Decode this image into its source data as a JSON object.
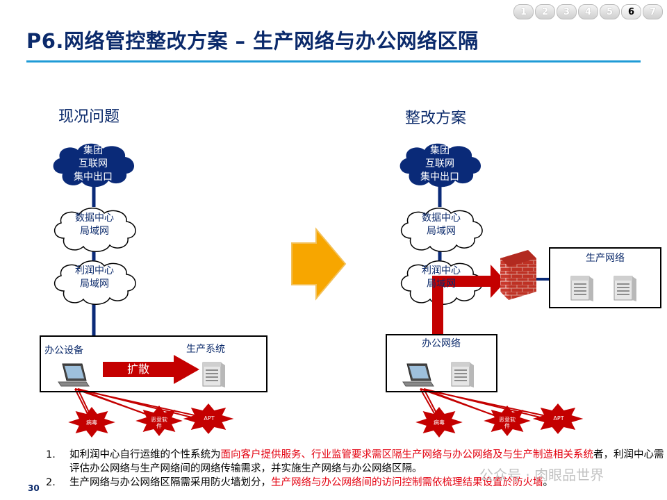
{
  "pager": [
    "1",
    "2",
    "3",
    "4",
    "5",
    "6",
    "7"
  ],
  "pager_active": "6",
  "title": "P6.网络管控整改方案 – 生产网络与办公网络区隔",
  "left": {
    "heading": "现况问题",
    "cloud_group": [
      "集团",
      "互联网",
      "集中出口"
    ],
    "cloud_dc": [
      "数据中心",
      "局域网"
    ],
    "cloud_profit": [
      "利润中心",
      "局域网"
    ],
    "box_left_label": "办公设备",
    "box_right_label": "生产系统",
    "arrow_label": "扩散",
    "threats": [
      "病毒",
      "恶意软件",
      "APT"
    ]
  },
  "right": {
    "heading": "整改方案",
    "cloud_group": [
      "集团",
      "互联网",
      "集中出口"
    ],
    "cloud_dc": [
      "数据中心",
      "局域网"
    ],
    "cloud_profit": [
      "利润中心",
      "局域网"
    ],
    "office_label": "办公网络",
    "prod_label": "生产网络",
    "threats": [
      "病毒",
      "恶意软件",
      "APT"
    ]
  },
  "notes": [
    {
      "num": "1.",
      "parts": [
        {
          "text": "如利润中心自行运维的个性系统为",
          "red": false
        },
        {
          "text": "面向客户提供服务、行业监管要求需区隔生产网络与办公网络及与生产制造相关系统",
          "red": true
        },
        {
          "text": "者，利润中心需评估办公网络与生产网络间的网络传输需求，并实施生产网络与办公网络区隔。",
          "red": false
        }
      ]
    },
    {
      "num": "2.",
      "parts": [
        {
          "text": "生产网络与办公网络区隔需采用防火墙划分，",
          "red": false
        },
        {
          "text": "生产网络与办公网络间的访问控制需依梳理结果设置於防火墙",
          "red": true
        },
        {
          "text": "。",
          "red": false
        }
      ]
    }
  ],
  "page_number": "30",
  "watermark": "公众号 · 肉眼品世界",
  "colors": {
    "title": "#0b2a6b",
    "rule": "#1f9bd6",
    "navy": "#0a2a78",
    "red": "#c40000",
    "orange": "#f7a600"
  }
}
